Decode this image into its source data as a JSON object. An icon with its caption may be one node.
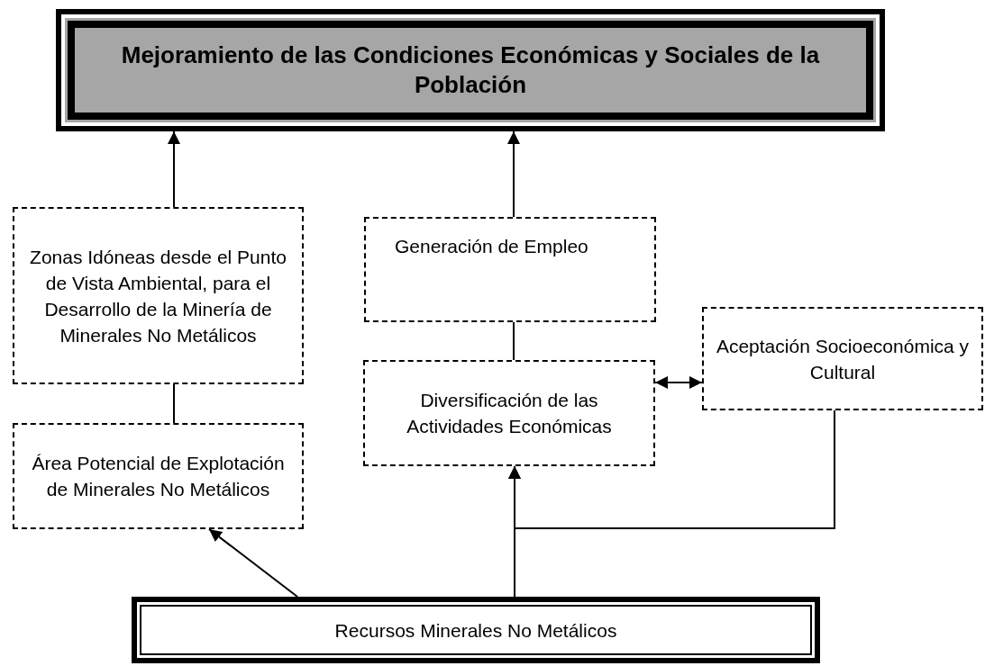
{
  "diagram": {
    "nodes": [
      {
        "text": [
          "Mejoramiento de las Condiciones Económicas y Sociales de la Población"
        ]
      },
      {
        "text": [
          "Zonas Idóneas desde el Punto de Vista Ambiental, para el Desarrollo de la Minería de Minerales No Metálicos"
        ]
      },
      {
        "text": [
          "Generación de Empleo"
        ]
      },
      {
        "text": [
          "Área Potencial de Explotación de Minerales No Metálicos"
        ]
      },
      {
        "text": [
          "Diversificación de las Actividades Económicas"
        ]
      },
      {
        "text": [
          "Aceptación Socioeconómica y Cultural"
        ]
      },
      {
        "text": [
          "Recursos Minerales No Metálicos"
        ]
      }
    ],
    "edges": [
      {
        "from": 1,
        "to": 0,
        "arrow": "to"
      },
      {
        "from": 2,
        "to": 0,
        "arrow": "to"
      },
      {
        "from": 1,
        "to": 3,
        "arrow": "none"
      },
      {
        "from": 2,
        "to": 4,
        "arrow": "none"
      },
      {
        "from": 4,
        "to": 5,
        "arrow": "both"
      },
      {
        "from": 6,
        "to": 3,
        "arrow": "to"
      },
      {
        "from": 6,
        "to": 4,
        "arrow": "to"
      },
      {
        "from": 5,
        "to": 4,
        "arrow": "to"
      }
    ]
  }
}
